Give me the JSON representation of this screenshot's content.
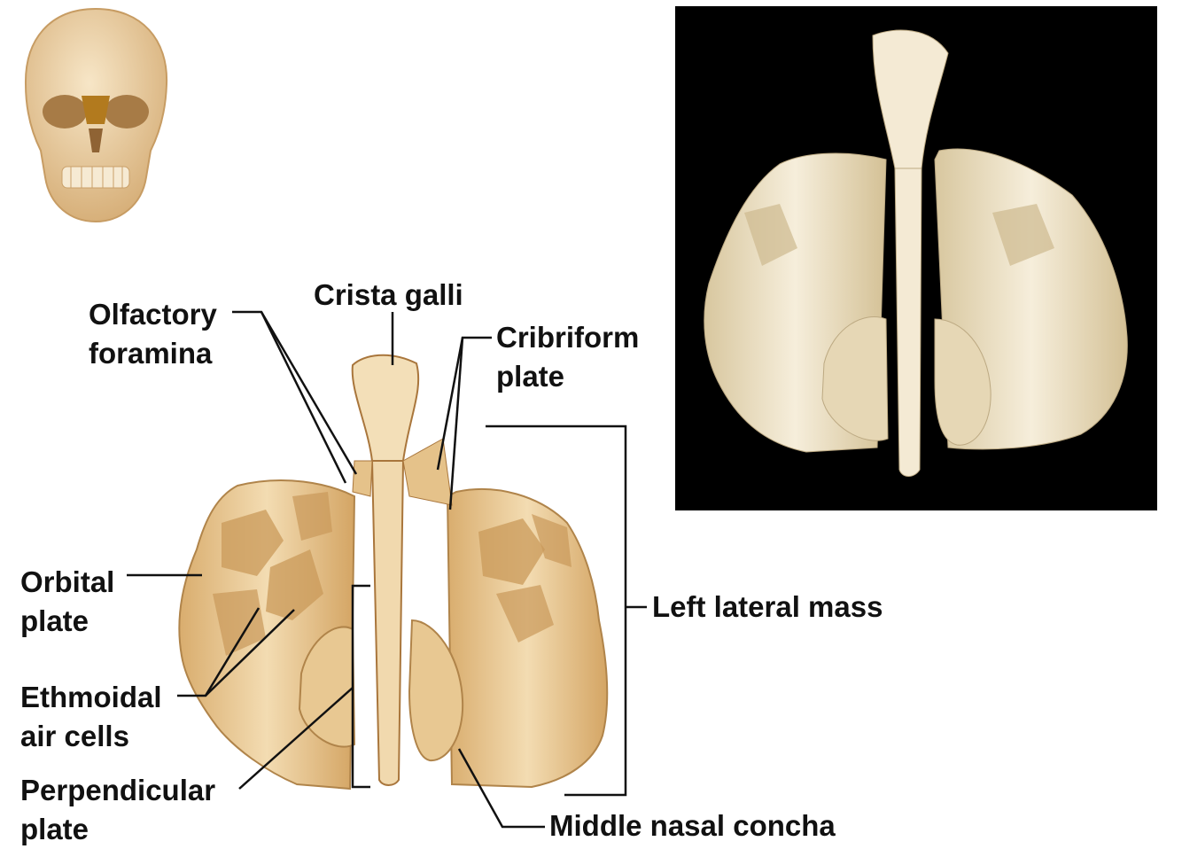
{
  "colors": {
    "bone_light": "#f1d9ae",
    "bone_mid": "#e2bd82",
    "bone_dark": "#c9995a",
    "bone_shadow": "#a9763c",
    "skull": "#edd2a6",
    "skull_shade": "#d7b07a",
    "ethmoid_highlight": "#b27a1e",
    "photo_background": "#000000",
    "photo_bone": "#f0e6cf",
    "photo_bone_shade": "#cdb98f",
    "leader_line": "#111111"
  },
  "images": {
    "skull_icon": "anterior skull thumbnail with ethmoid highlighted",
    "ethmoid_illustration": "ethmoid bone, anterior view (illustration)",
    "ethmoid_photo": "ethmoid bone, anterior view (photograph)"
  },
  "labels": {
    "crista_galli": "Crista galli",
    "olfactory_foramina": [
      "Olfactory",
      "foramina"
    ],
    "cribriform_plate": [
      "Cribriform",
      "plate"
    ],
    "left_lateral_mass": "Left lateral mass",
    "orbital_plate": [
      "Orbital",
      "plate"
    ],
    "ethmoidal_air_cells": [
      "Ethmoidal",
      "air cells"
    ],
    "perpendicular_plate": [
      "Perpendicular",
      "plate"
    ],
    "middle_nasal_concha": "Middle nasal concha"
  }
}
